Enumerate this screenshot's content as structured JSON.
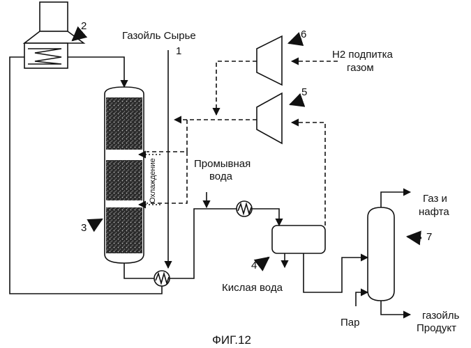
{
  "labels": {
    "gasoil_feed": "Газойль Сырье",
    "h2_line1": "Н2 подпитка",
    "h2_line2": "газом",
    "wash_line1": "Промывная",
    "wash_line2": "вода",
    "quench": "Охлаждение",
    "sour_water": "Кислая вода",
    "steam": "Пар",
    "gas_line1": "Газ и",
    "gas_line2": "нафта",
    "product_line1": "газойль",
    "product_line2": "Продукт",
    "caption": "ФИГ.12"
  },
  "numbers": {
    "n1": "1",
    "n2": "2",
    "n3": "3",
    "n4": "4",
    "n5": "5",
    "n6": "6",
    "n7": "7"
  }
}
